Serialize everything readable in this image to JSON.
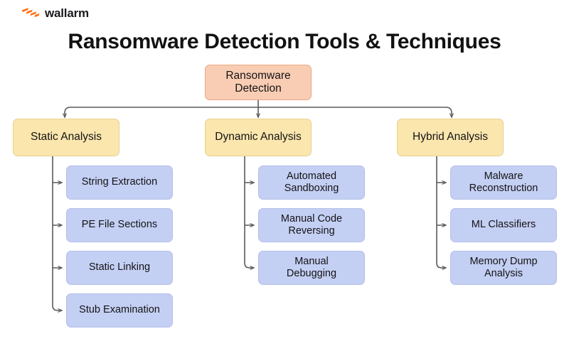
{
  "brand": {
    "name": "wallarm",
    "logo_icon": "wallarm-bolt-logo",
    "logo_color": "#ff6c0e"
  },
  "page": {
    "title": "Ransomware Detection Tools & Techniques",
    "background": "#ffffff"
  },
  "colors": {
    "root_fill": "#f8cdb4",
    "root_border": "#e9a883",
    "category_fill": "#fbe6ae",
    "category_border": "#e8cf92",
    "leaf_fill": "#c4cff4",
    "leaf_border": "#b3bfe9",
    "connector": "#5a5a5a",
    "text": "#141414"
  },
  "diagram": {
    "type": "tree",
    "root": {
      "id": "root",
      "label": "Ransomware\nDetection"
    },
    "branches": [
      {
        "id": "static-analysis",
        "label": "Static Analysis",
        "leaves": [
          {
            "id": "string-extraction",
            "label": "String Extraction"
          },
          {
            "id": "pe-file-sections",
            "label": "PE File Sections"
          },
          {
            "id": "static-linking",
            "label": "Static Linking"
          },
          {
            "id": "stub-examination",
            "label": "Stub Examination"
          }
        ]
      },
      {
        "id": "dynamic-analysis",
        "label": "Dynamic Analysis",
        "leaves": [
          {
            "id": "automated-sandboxing",
            "label": "Automated\nSandboxing"
          },
          {
            "id": "manual-code-reversing",
            "label": "Manual Code\nReversing"
          },
          {
            "id": "manual-debugging",
            "label": "Manual\nDebugging"
          }
        ]
      },
      {
        "id": "hybrid-analysis",
        "label": "Hybrid Analysis",
        "leaves": [
          {
            "id": "malware-reconstruction",
            "label": "Malware\nReconstruction"
          },
          {
            "id": "ml-classifiers",
            "label": "ML Classifiers"
          },
          {
            "id": "memory-dump-analysis",
            "label": "Memory Dump\nAnalysis"
          }
        ]
      }
    ]
  }
}
